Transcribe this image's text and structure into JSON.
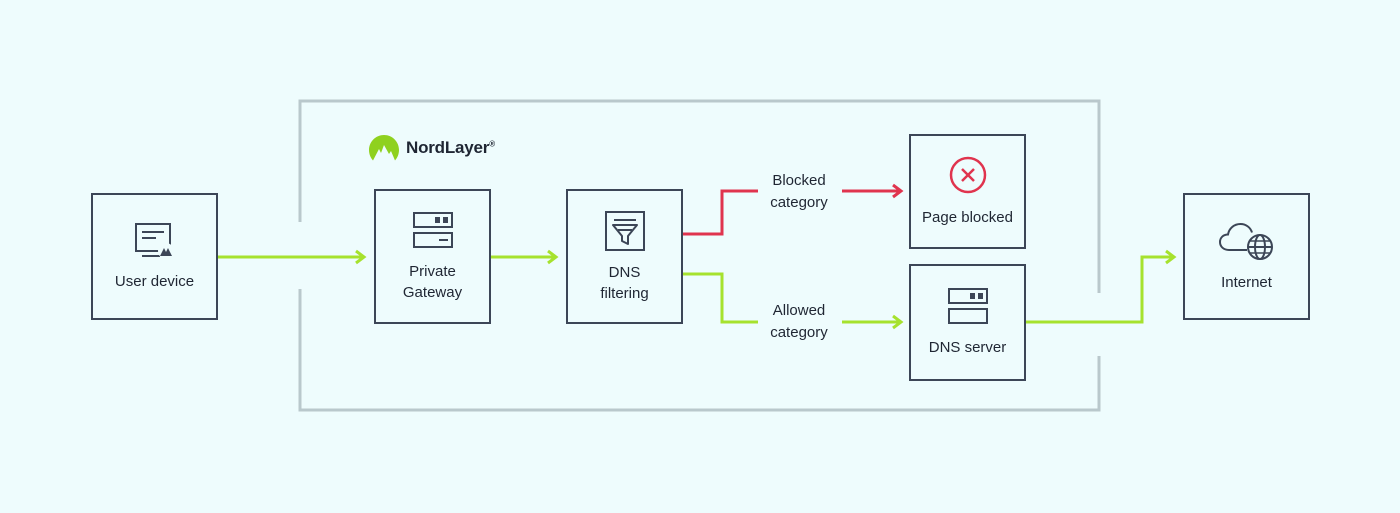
{
  "brand": {
    "name": "NordLayer",
    "mark": "®"
  },
  "nodes": {
    "user_device": "User device",
    "private_gateway": "Private\nGateway",
    "dns_filtering": "DNS\nfiltering",
    "page_blocked": "Page blocked",
    "dns_server": "DNS server",
    "internet": "Internet"
  },
  "edges": {
    "blocked": "Blocked\ncategory",
    "allowed": "Allowed\ncategory"
  },
  "colors": {
    "allowed": "#a6e22e",
    "blocked": "#e0344e",
    "node_border": "#3c4657",
    "frame": "#b9c8cc",
    "background": "#eefcfd"
  }
}
